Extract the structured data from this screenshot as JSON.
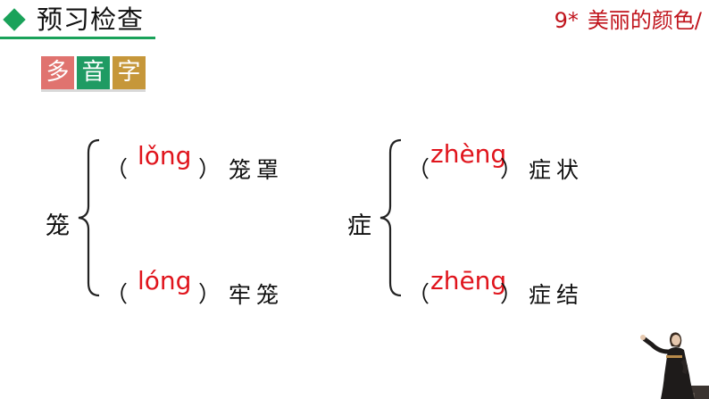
{
  "header": {
    "section_title": "预习检查",
    "lesson_number": "9*",
    "lesson_title": "美丽的颜色/",
    "accent_color": "#1aa25a",
    "title_color": "#c0141c"
  },
  "tiles": [
    "多",
    "音",
    "字"
  ],
  "groups": [
    {
      "character": "笼",
      "items": [
        {
          "pinyin": "lǒng",
          "word": "笼罩"
        },
        {
          "pinyin": "lóng",
          "word": "牢笼"
        }
      ]
    },
    {
      "character": "症",
      "items": [
        {
          "pinyin": "zhèng",
          "word": "症状"
        },
        {
          "pinyin": "zhēng",
          "word": "症结"
        }
      ]
    }
  ],
  "paren_open": "（",
  "paren_close": "）",
  "pinyin_color": "#e0141c"
}
